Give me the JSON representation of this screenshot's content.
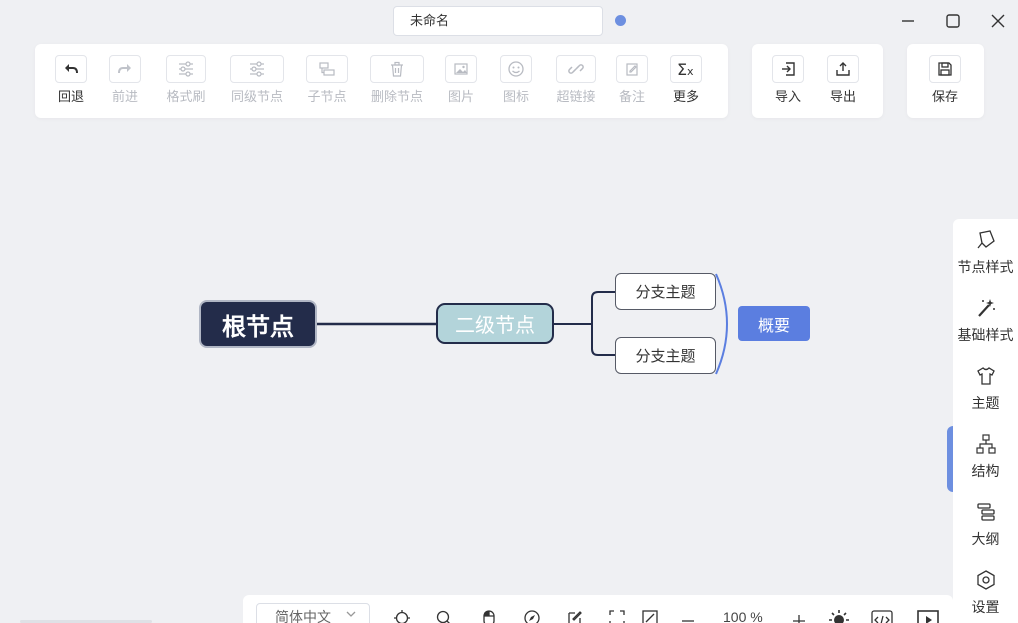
{
  "window": {
    "title_value": "未命名",
    "status_dot_color": "#6d8fe0"
  },
  "toolbar": {
    "main": [
      {
        "label": "回退",
        "icon": "undo-icon",
        "enabled": true
      },
      {
        "label": "前进",
        "icon": "redo-icon",
        "enabled": false
      },
      {
        "label": "格式刷",
        "icon": "format-painter-icon",
        "enabled": false
      },
      {
        "label": "同级节点",
        "icon": "sibling-node-icon",
        "enabled": false
      },
      {
        "label": "子节点",
        "icon": "child-node-icon",
        "enabled": false
      },
      {
        "label": "删除节点",
        "icon": "trash-icon",
        "enabled": false
      },
      {
        "label": "图片",
        "icon": "image-icon",
        "enabled": false
      },
      {
        "label": "图标",
        "icon": "smiley-icon",
        "enabled": false
      },
      {
        "label": "超链接",
        "icon": "link-icon",
        "enabled": false
      },
      {
        "label": "备注",
        "icon": "note-icon",
        "enabled": false
      },
      {
        "label": "更多",
        "icon": "formula-icon",
        "enabled": true
      }
    ],
    "io": [
      {
        "label": "导入",
        "icon": "import-icon"
      },
      {
        "label": "导出",
        "icon": "export-icon"
      }
    ],
    "save": {
      "label": "保存",
      "icon": "save-icon"
    }
  },
  "mindmap": {
    "root": "根节点",
    "second": "二级节点",
    "branches": [
      "分支主题",
      "分支主题"
    ],
    "summary": "概要"
  },
  "sidebar": [
    {
      "label": "节点样式",
      "icon": "node-style-icon"
    },
    {
      "label": "基础样式",
      "icon": "magic-wand-icon"
    },
    {
      "label": "主题",
      "icon": "tshirt-icon"
    },
    {
      "label": "结构",
      "icon": "structure-icon",
      "active": true
    },
    {
      "label": "大纲",
      "icon": "outline-icon"
    },
    {
      "label": "设置",
      "icon": "settings-icon"
    }
  ],
  "bottombar": {
    "language": "简体中文",
    "zoom_value": "100",
    "zoom_unit": "%"
  },
  "colors": {
    "root_fill": "#232c4a",
    "second_fill": "#b3d4da",
    "summary_fill": "#5b7ee0",
    "accent": "#6d8fe0"
  }
}
